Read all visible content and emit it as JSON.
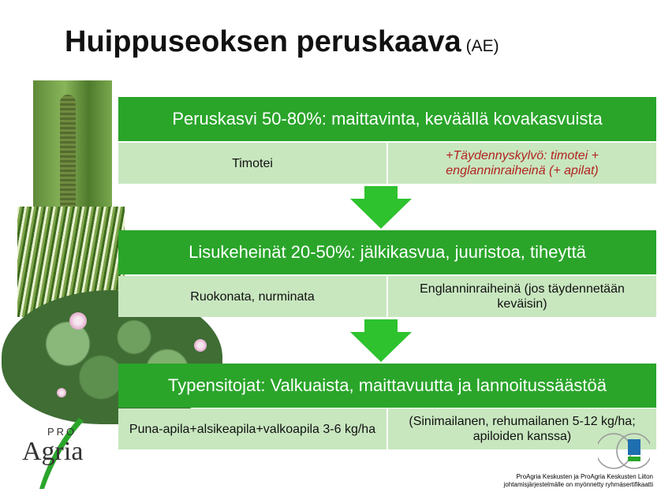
{
  "title": {
    "main": "Huippuseoksen peruskaava",
    "sub": "(AE)"
  },
  "sections": [
    {
      "header": "Peruskasvi 50-80%: maittavinta, keväällä kovakasvuista",
      "left": "Timotei",
      "right": "+Täydennyskylvö: timotei + englanninraiheinä (+ apilat)"
    },
    {
      "header": "Lisukeheinät 20-50%: jälkikasvua, juuristoa, tiheyttä",
      "left": "Ruokonata, nurminata",
      "right": "Englanninraiheinä (jos täydennetään keväisin)"
    },
    {
      "header": "Typensitojat: Valkuaista, maittavuutta ja lannoitussäästöä",
      "left": "Puna-apila+alsikeapila+valkoapila 3-6 kg/ha",
      "right": "(Sinimailanen, rehumailanen 5-12 kg/ha; apiloiden kanssa)"
    }
  ],
  "logo": {
    "pro": "PRO",
    "agria": "Agria"
  },
  "footer": {
    "line1": "ProAgria Keskusten ja ProAgria Keskusten Liiton",
    "line2": "johtamisjärjestelmälle on myönnetty ryhmäsertifikaatti"
  },
  "colors": {
    "header_green": "#2aa52a",
    "cell_green": "#c8e7bf",
    "arrow_green": "#2ec22e",
    "red_text": "#b3231f"
  }
}
